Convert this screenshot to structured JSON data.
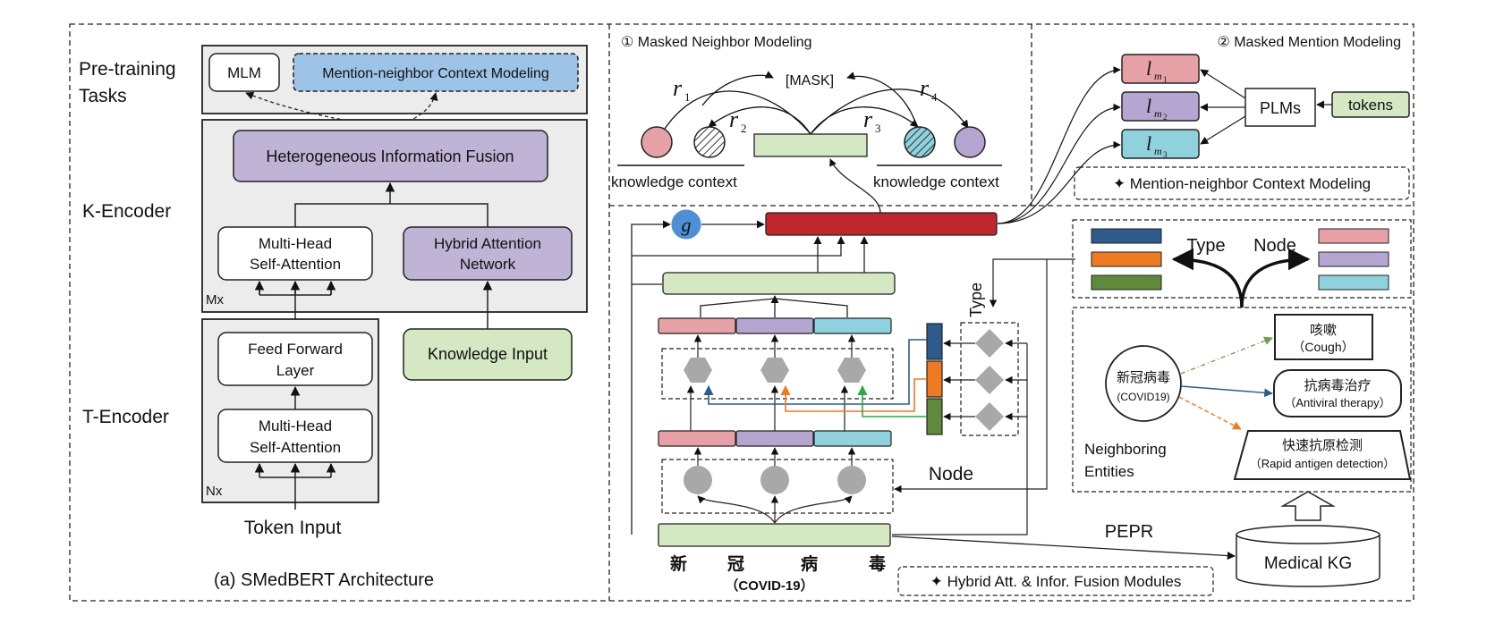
{
  "left": {
    "pretraining_label": [
      "Pre-training",
      "Tasks"
    ],
    "mlm": "MLM",
    "mcm": "Mention-neighbor Context Modeling",
    "hif": "Heterogeneous Information Fusion",
    "mhsa_k": [
      "Multi-Head",
      "Self-Attention"
    ],
    "han": [
      "Hybrid Attention",
      "Network"
    ],
    "mx": "Mx",
    "k_encoder": "K-Encoder",
    "ffn": [
      "Feed Forward",
      "Layer"
    ],
    "mhsa_t": [
      "Multi-Head",
      "Self-Attention"
    ],
    "nx": "Nx",
    "t_encoder": "T-Encoder",
    "knowledge_input": "Knowledge Input",
    "token_input": "Token Input",
    "caption": "(a) SMedBERT Architecture"
  },
  "nmm": {
    "title": "① Masked Neighbor Modeling",
    "mask": "[MASK]",
    "r1": "r",
    "r1_sub": "1",
    "r2": "r",
    "r2_sub": "2",
    "r3": "r",
    "r3_sub": "3",
    "r4": "r",
    "r4_sub": "4",
    "kc_left": "knowledge context",
    "kc_right": "knowledge context"
  },
  "mmm": {
    "title": "② Masked Mention Modeling",
    "l": "l",
    "m": "m",
    "subs": [
      "1",
      "2",
      "3"
    ],
    "plms": "PLMs",
    "tokens": "tokens",
    "module_label": "✦ Mention-neighbor Context Modeling"
  },
  "fusion": {
    "g": "g",
    "type_vertical": "Type",
    "node_label": "Node",
    "type_label": "Type",
    "node_label_right": "Node",
    "chars": [
      "新",
      "冠",
      "病",
      "毒"
    ],
    "covid": "（COVID-19）",
    "module_label": "✦ Hybrid Att. & Infor. Fusion Modules",
    "pepr": "PEPR",
    "medical_kg": "Medical KG"
  },
  "kg": {
    "center_cn": "新冠病毒",
    "center_en": "(COVID19)",
    "cough_cn": "咳嗽",
    "cough_en": "（Cough）",
    "antiviral_cn": "抗病毒治疗",
    "antiviral_en": "（Antiviral therapy）",
    "rapid_cn": "快速抗原检测",
    "rapid_en": "（Rapid antigen detection）",
    "neighboring": [
      "Neighboring",
      "Entities"
    ]
  },
  "colors": {
    "purple": "#bfb3d6",
    "green_box": "#d5e8c4",
    "blue_box": "#9dc3e6",
    "red_bar": "#c0272d",
    "pink": "#e6a1a6",
    "lav": "#b4a6d1",
    "cyan": "#8fd1dc",
    "dblue": "#2f5b8c",
    "orange": "#ee7a22",
    "dgreen": "#5f8a3c",
    "gray_fill": "#ececec",
    "g_circle": "#4f8fd3",
    "label_green": "#2ea84a"
  }
}
